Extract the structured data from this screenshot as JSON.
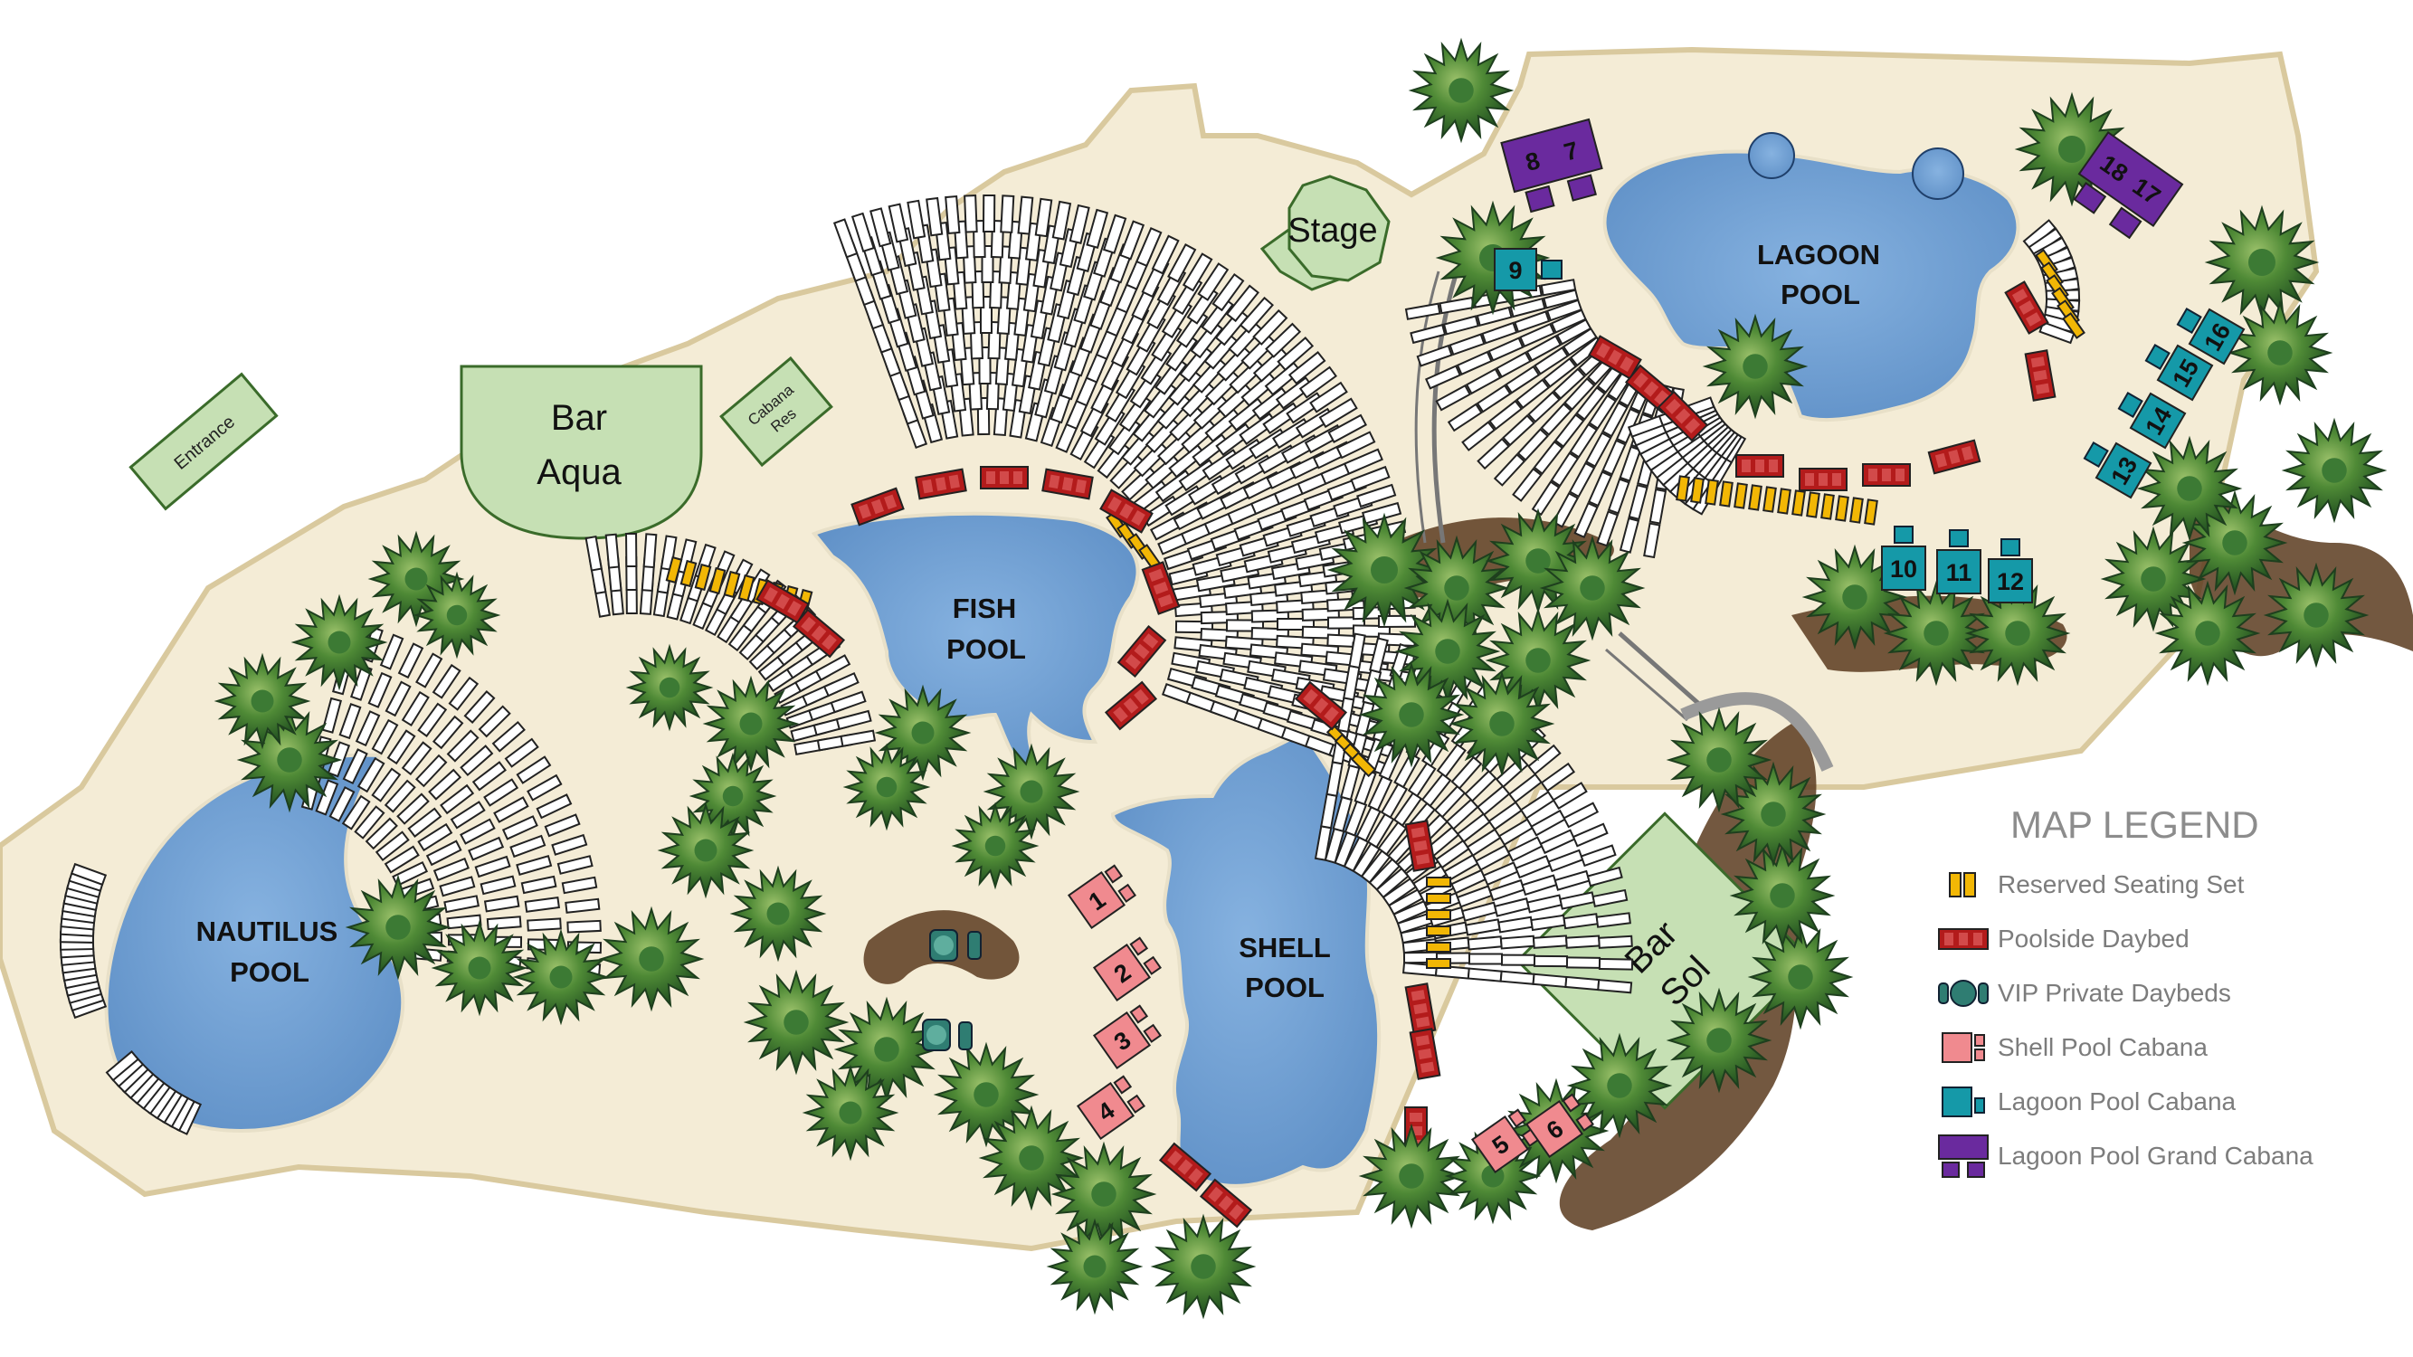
{
  "map": {
    "entrance_label": "Entrance",
    "bar_aqua": [
      "Bar",
      "Aqua"
    ],
    "cabana_res": [
      "Cabana",
      "Res"
    ],
    "stage_label": "Stage",
    "bar_sol": [
      "Bar",
      "Sol"
    ],
    "pools": {
      "nautilus": [
        "NAUTILUS",
        "POOL"
      ],
      "fish": [
        "FISH",
        "POOL"
      ],
      "shell": [
        "SHELL",
        "POOL"
      ],
      "lagoon": [
        "LAGOON",
        "POOL"
      ]
    },
    "cabana_numbers": [
      "1",
      "2",
      "3",
      "4",
      "5",
      "6",
      "7",
      "8",
      "9",
      "10",
      "11",
      "12",
      "13",
      "14",
      "15",
      "16",
      "17",
      "18"
    ]
  },
  "legend": {
    "title": "MAP LEGEND",
    "items": [
      {
        "label": "Reserved Seating Set",
        "icon": "reserved-seating-icon",
        "color": "#f2b705"
      },
      {
        "label": "Poolside Daybed",
        "icon": "poolside-daybed-icon",
        "color": "#b31b1b"
      },
      {
        "label": "VIP Private Daybeds",
        "icon": "vip-daybed-icon",
        "color": "#2f7d72"
      },
      {
        "label": "Shell Pool Cabana",
        "icon": "shell-cabana-icon",
        "color": "#f08a8f"
      },
      {
        "label": "Lagoon Pool Cabana",
        "icon": "lagoon-cabana-icon",
        "color": "#1599a8"
      },
      {
        "label": "Lagoon Pool Grand Cabana",
        "icon": "grand-cabana-icon",
        "color": "#6a2a9e"
      }
    ]
  },
  "colors": {
    "ground": "#f4ecd6",
    "ground_edge": "#d9c99e",
    "pool": "#6f9ed3",
    "venue": "#c6e0b4",
    "tree": "#2f6b2f",
    "trunk": "#5a3b1e"
  }
}
